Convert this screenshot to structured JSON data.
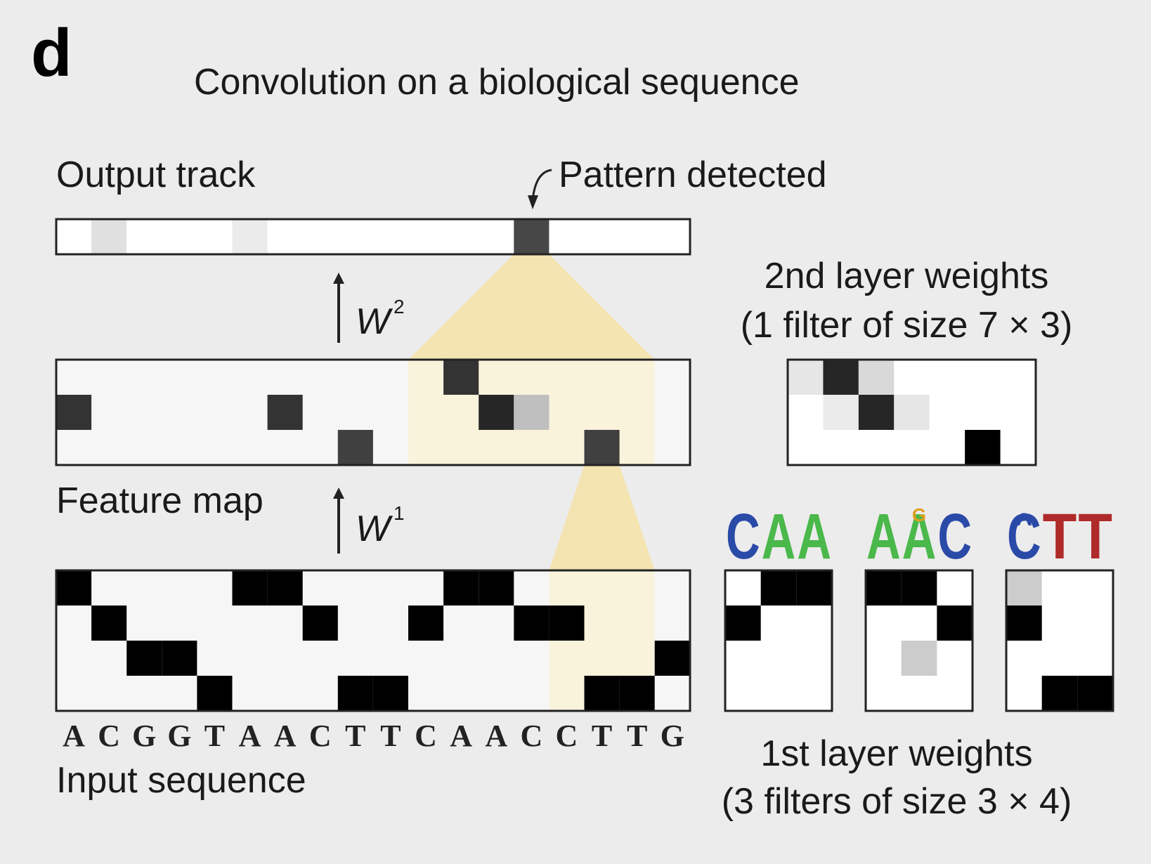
{
  "panel_letter": "d",
  "title": "Convolution on a biological sequence",
  "labels": {
    "output_track": "Output track",
    "pattern_detected": "Pattern detected",
    "feature_map": "Feature map",
    "input_sequence": "Input sequence",
    "w2": "W",
    "w2_sup": "2",
    "w1": "W",
    "w1_sup": "1",
    "second_layer_title": "2nd layer weights",
    "second_layer_sub": "(1 filter of size 7 × 3)",
    "first_layer_title": "1st layer weights",
    "first_layer_sub": "(3 filters of size 3 × 4)"
  },
  "input_sequence": [
    "A",
    "C",
    "G",
    "G",
    "T",
    "A",
    "A",
    "C",
    "T",
    "T",
    "C",
    "A",
    "A",
    "C",
    "C",
    "T",
    "T",
    "G"
  ],
  "nucleotide_rows": [
    "A",
    "C",
    "G",
    "T"
  ],
  "output_track": [
    0,
    0.15,
    0,
    0,
    0,
    0.1,
    0,
    0,
    0,
    0,
    0,
    0,
    0,
    0.9,
    0,
    0,
    0,
    0
  ],
  "feature_map_cells": [
    {
      "row": 0,
      "col": 11,
      "value": 0.8
    },
    {
      "row": 1,
      "col": 0,
      "value": 0.8
    },
    {
      "row": 1,
      "col": 6,
      "value": 0.8
    },
    {
      "row": 1,
      "col": 12,
      "value": 0.85
    },
    {
      "row": 1,
      "col": 13,
      "value": 0.25
    },
    {
      "row": 2,
      "col": 8,
      "value": 0.75
    },
    {
      "row": 2,
      "col": 15,
      "value": 0.75
    }
  ],
  "second_layer_weights": [
    [
      0.1,
      0.85,
      0.15,
      0,
      0,
      0,
      0
    ],
    [
      0,
      0.08,
      0.85,
      0.1,
      0,
      0,
      0
    ],
    [
      0,
      0,
      0,
      0,
      0,
      1,
      0
    ]
  ],
  "first_layer_filters": [
    {
      "logo": [
        {
          "letter": "C",
          "color": "#2a4aa8"
        },
        {
          "letter": "A",
          "color": "#4ab84a"
        },
        {
          "letter": "A",
          "color": "#4ab84a"
        }
      ],
      "weights": [
        [
          0,
          1,
          1
        ],
        [
          1,
          0,
          0
        ],
        [
          0,
          0,
          0
        ],
        [
          0,
          0,
          0
        ]
      ]
    },
    {
      "logo": [
        {
          "letter": "A",
          "color": "#4ab84a"
        },
        {
          "letter": "A",
          "color": "#4ab84a",
          "small": "G",
          "small_color": "#e0a020"
        },
        {
          "letter": "C",
          "color": "#2a4aa8"
        }
      ],
      "weights": [
        [
          1,
          1,
          0
        ],
        [
          0,
          0,
          1
        ],
        [
          0,
          0.2,
          0
        ],
        [
          0,
          0,
          0
        ]
      ]
    },
    {
      "logo": [
        {
          "letter": "C",
          "color": "#2a4aa8",
          "small": "^",
          "small_color": "#2a4aa8"
        },
        {
          "letter": "T",
          "color": "#b02a2a"
        },
        {
          "letter": "T",
          "color": "#b02a2a"
        }
      ],
      "weights": [
        [
          0.2,
          0,
          0
        ],
        [
          1,
          0,
          0
        ],
        [
          0,
          0,
          0
        ],
        [
          0,
          1,
          1
        ]
      ]
    }
  ],
  "colors": {
    "highlight": "#f5e3a8",
    "box_border": "#222222",
    "background": "#ececec"
  }
}
